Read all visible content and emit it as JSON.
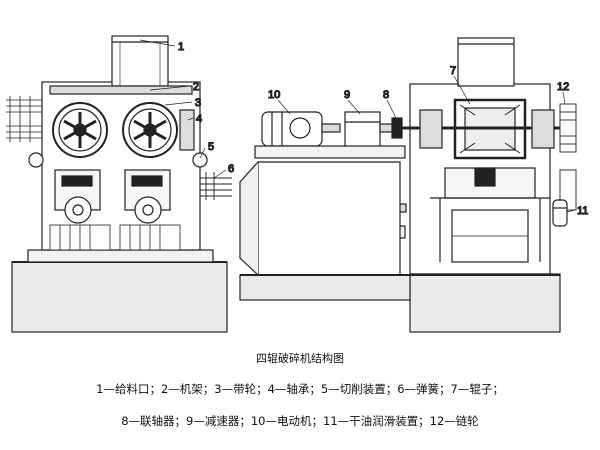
{
  "caption": "四辊破碎机结构图",
  "callouts": [
    "1",
    "2",
    "3",
    "4",
    "5",
    "6",
    "7",
    "8",
    "9",
    "10",
    "11",
    "12"
  ],
  "legend": {
    "line1": "1—给料口；2—机架；3—带轮；4—轴承；5—切削装置；6—弹簧；7—辊子；",
    "line2": "8—联轴器；9—减速器；10—电动机；11—干油润滑装置；12—链轮"
  }
}
